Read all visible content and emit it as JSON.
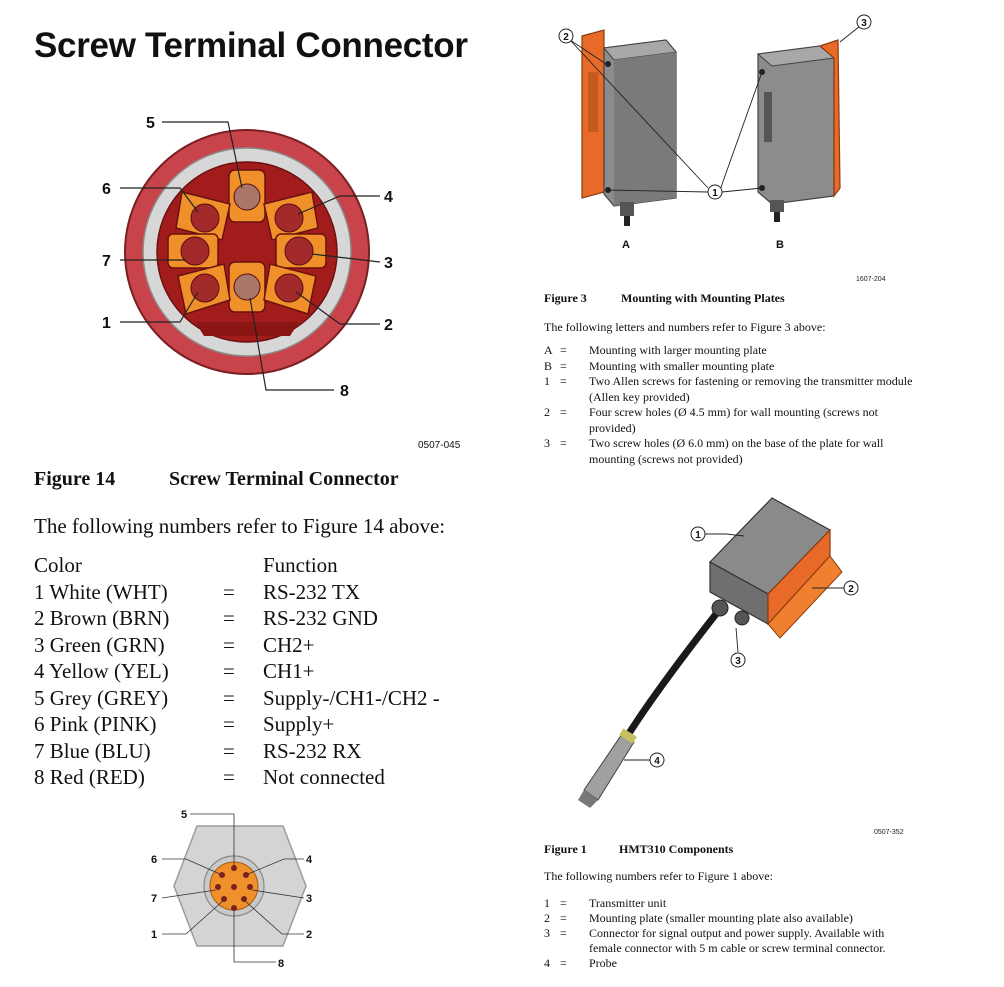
{
  "title": "Screw Terminal Connector",
  "fig14": {
    "code": "0507-045",
    "caption_num": "Figure 14",
    "caption_title": "Screw Terminal Connector",
    "intro": "The following numbers refer to Figure 14 above:",
    "header_color": "Color",
    "header_function": "Function",
    "callouts": [
      "1",
      "2",
      "3",
      "4",
      "5",
      "6",
      "7",
      "8"
    ],
    "rows": [
      {
        "color": "1 White (WHT)",
        "eq": "=",
        "func": "RS-232 TX"
      },
      {
        "color": "2 Brown (BRN)",
        "eq": "=",
        "func": "RS-232 GND"
      },
      {
        "color": "3 Green (GRN)",
        "eq": "=",
        "func": "CH2+"
      },
      {
        "color": "4 Yellow (YEL)",
        "eq": "=",
        "func": "CH1+"
      },
      {
        "color": "5 Grey (GREY)",
        "eq": "=",
        "func": "Supply-/CH1-/CH2 -"
      },
      {
        "color": "6 Pink (PINK)",
        "eq": "=",
        "func": "Supply+"
      },
      {
        "color": "7 Blue (BLU)",
        "eq": "=",
        "func": "RS-232 RX"
      },
      {
        "color": "8 Red (RED)",
        "eq": "=",
        "func": "Not connected"
      }
    ]
  },
  "fig3": {
    "code": "1607-204",
    "label_a": "A",
    "label_b": "B",
    "callout_1": "1",
    "callout_2": "2",
    "callout_3": "3",
    "caption_num": "Figure 3",
    "caption_title": "Mounting with Mounting Plates",
    "intro": "The following letters and numbers refer to Figure 3 above:",
    "items": [
      {
        "k": "A",
        "eq": "=",
        "v": "Mounting with larger mounting plate"
      },
      {
        "k": "B",
        "eq": "=",
        "v": "Mounting with smaller mounting plate"
      },
      {
        "k": "1",
        "eq": "=",
        "v": "Two Allen screws for fastening or removing the transmitter module (Allen key provided)"
      },
      {
        "k": "2",
        "eq": "=",
        "v": "Four screw holes (Ø 4.5 mm) for wall mounting (screws not provided)"
      },
      {
        "k": "3",
        "eq": "=",
        "v": "Two screw holes (Ø 6.0 mm) on the base of the plate for wall mounting (screws not provided)"
      }
    ]
  },
  "fig1": {
    "code": "0507-352",
    "callout_1": "1",
    "callout_2": "2",
    "callout_3": "3",
    "callout_4": "4",
    "caption_num": "Figure 1",
    "caption_title": "HMT310 Components",
    "intro": "The following numbers refer to Figure 1 above:",
    "items": [
      {
        "k": "1",
        "eq": "=",
        "v": "Transmitter unit"
      },
      {
        "k": "2",
        "eq": "=",
        "v": "Mounting plate (smaller mounting plate also available)"
      },
      {
        "k": "3",
        "eq": "=",
        "v": "Connector for signal output and power supply. Available with female connector with 5 m cable or screw terminal connector."
      },
      {
        "k": "4",
        "eq": "=",
        "v": "Probe"
      }
    ]
  },
  "pinout": {
    "callouts": [
      "1",
      "2",
      "3",
      "4",
      "5",
      "6",
      "7",
      "8"
    ]
  },
  "colors": {
    "orange": "#f0902a",
    "dark_red": "#a31c1c",
    "ring_red": "#c8434a",
    "grey": "#c8c8c8",
    "housing": "#7a7a7a"
  }
}
